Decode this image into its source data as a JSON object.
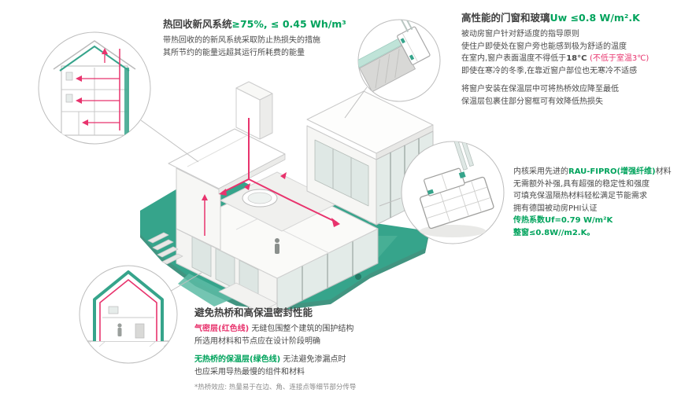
{
  "colors": {
    "teal_illustration": "#36a48b",
    "green_text": "#00a35c",
    "red_magenta": "#e8336d",
    "dark_text": "#3f3f3f",
    "body_text": "#4a4a4a"
  },
  "sections": {
    "heat_recovery": {
      "title_dark": "热回收新风系统",
      "title_green": "≥75%, ≤ 0.45 Wh/m³",
      "line1": "带热回收的的新风系统采取防止热损失的措施",
      "line2": "其所节约的能量远超其运行所耗费的能量"
    },
    "windows": {
      "title_dark": "高性能的门窗和玻璃",
      "title_green": "Uw ≤0.8 W/m².K",
      "line1": "被动房窗户针对舒适度的指导原则",
      "line2": "使住户即使处在窗户旁也能感到极为舒适的温度",
      "line3_a": "在室内,窗户表面温度不得低于",
      "line3_b": "18°C ",
      "line3_red": "(不低于室温3℃)",
      "line4": "即使在寒冷的冬季,在靠近窗户部位也无寒冷不适感",
      "line5": "将窗户安装在保温层中可将热桥效应降至最低",
      "line6": "保温层包裹住部分窗框可有效降低热损失"
    },
    "profile": {
      "line1_a": "内核采用先进的",
      "line1_green": "RAU-FIPRO(增强纤维)",
      "line1_b": "材料",
      "line2": "无需额外补强,具有超强的稳定性和强度",
      "line3": "可填充保温隔热材料轻松满足节能需求",
      "line4": "拥有德国被动房PHI认证",
      "line5": "传热系数Uf=0.79 W/m²K",
      "line6": "整窗≤0.8W//m2.K。"
    },
    "thermal_bridge": {
      "title": "避免热桥和高保温密封性能",
      "line1_red": "气密层(红色线)",
      "line1_rest": " 无缝包围整个建筑的围护结构",
      "line2": "所选用材料和节点应在设计阶段明确",
      "line3_green": "无热桥的保温层(绿色线)",
      "line3_rest": " 无法避免渗漏点时",
      "line4": "也应采用导热最慢的组件和材料",
      "footnote": "*热桥效应: 热量易于在边、角、连接点等细节部分传导"
    }
  },
  "illustrations": {
    "center": "isometric-passive-house-cutaway",
    "circle_top_left": "building-section-ventilation-airflow",
    "circle_top_right": "window-installation-in-insulation-layer",
    "circle_right": "window-frame-profile-cross-section",
    "circle_bottom_left": "house-section-insulation-and-airtight-lines"
  }
}
